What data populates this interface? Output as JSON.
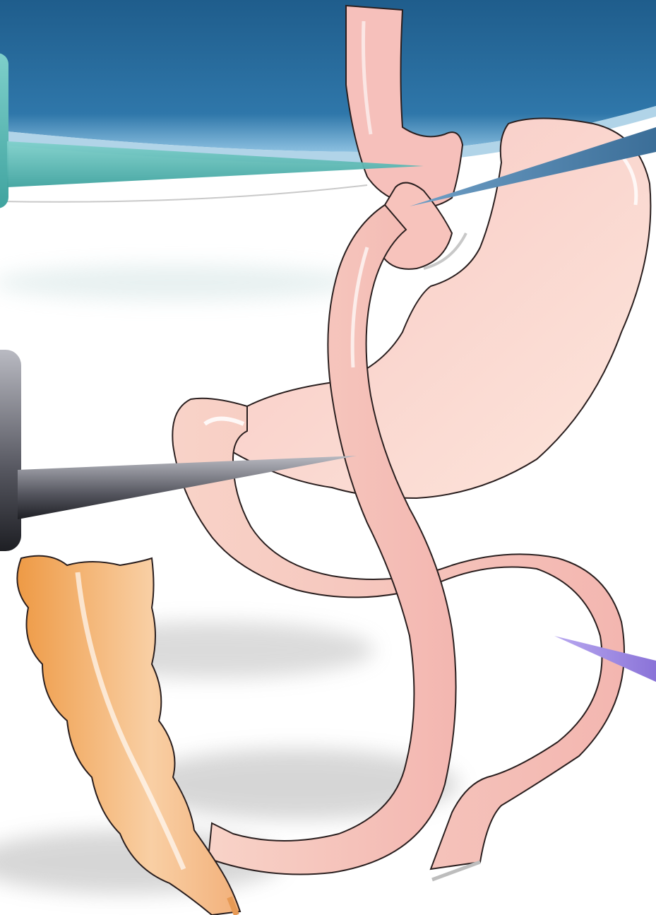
{
  "diagram": {
    "labels": [],
    "colors": {
      "background": "#ffffff",
      "diaphragm": "#2f6f9f",
      "diaphragm_light": "#5d9cc9",
      "organ_pink": "#f7c8c0",
      "organ_pink_light": "#fde3d8",
      "organ_outline": "#2a1f1f",
      "colon_orange": "#f1a45c",
      "colon_light": "#fbd3a8",
      "callout_teal": "#57b6b0",
      "callout_blue": "#3f78a6",
      "callout_dark": "#2e2e36",
      "callout_violet": "#9b86e0"
    },
    "icons": {
      "callout_1": "teal-callout-pointer",
      "callout_2": "blue-callout-pointer",
      "callout_3": "dark-callout-pointer",
      "callout_4": "violet-callout-pointer"
    }
  }
}
